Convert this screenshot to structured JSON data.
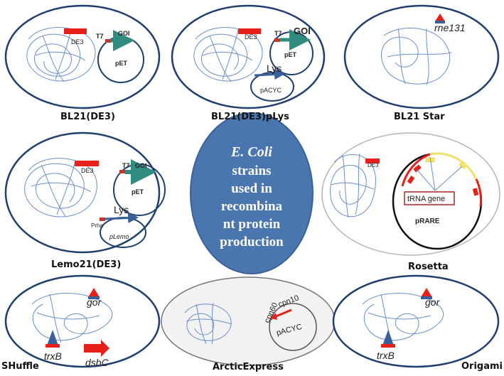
{
  "center": {
    "line1": "E. Coli",
    "line2": "strains",
    "line3": "used in",
    "line4": "recombina",
    "line5": "nt protein",
    "line6": "production"
  },
  "cells": {
    "bl21de3": {
      "name": "BL21(DE3)",
      "de3": "DE3",
      "t7": "T7",
      "goi": "GOI",
      "plasmid": "pET"
    },
    "bl21plys": {
      "name": "BL21(DE3)pLys",
      "de3": "DE3",
      "t7": "T7",
      "goi": "GOI",
      "plasmid": "pET",
      "lys": "Lys",
      "plasmid2": "pACYC"
    },
    "bl21star": {
      "name": "BL21 Star",
      "gene": "rne131"
    },
    "lemo21": {
      "name": "Lemo21(DE3)",
      "de3": "DE3",
      "t7": "T7",
      "goi": "GOI",
      "plasmid": "pET",
      "lys": "Lys",
      "prha": "Prha",
      "plasmid2": "pLemo"
    },
    "rosetta": {
      "name": "Rosetta",
      "de3": "DE3",
      "trna": "tRNA gene",
      "plasmid": "pRARE"
    },
    "shuffle": {
      "name": "SHuffle",
      "gor": "gor",
      "trxb": "trxB",
      "dsbc": "dsbC"
    },
    "arctic": {
      "name": "ArcticExpress",
      "cpn60": "cpn60",
      "cpn10": "cpn10",
      "plasmid": "pACYC"
    },
    "origami": {
      "name": "Origami",
      "gor": "gor",
      "trxb": "trxB"
    }
  },
  "colors": {
    "cell_outline": "#1f3f6e",
    "chromosome": "#6a8fc8",
    "center_fill": "#4a76b0",
    "red_marker": "#e8201a",
    "teal_arrow": "#2f8c7e",
    "arctic_fill": "#f2f2f2"
  }
}
